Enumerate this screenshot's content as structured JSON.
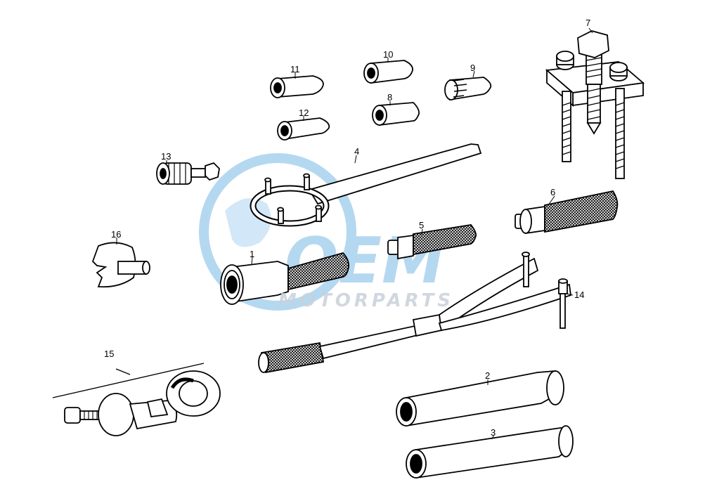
{
  "parts": [
    {
      "id": "1",
      "label": "1"
    },
    {
      "id": "2",
      "label": "2"
    },
    {
      "id": "3",
      "label": "3"
    },
    {
      "id": "4",
      "label": "4"
    },
    {
      "id": "5",
      "label": "5"
    },
    {
      "id": "6",
      "label": "6"
    },
    {
      "id": "7",
      "label": "7"
    },
    {
      "id": "8",
      "label": "8"
    },
    {
      "id": "9",
      "label": "9"
    },
    {
      "id": "10",
      "label": "10"
    },
    {
      "id": "11",
      "label": "11"
    },
    {
      "id": "12",
      "label": "12"
    },
    {
      "id": "13",
      "label": "13"
    },
    {
      "id": "14",
      "label": "14"
    },
    {
      "id": "15",
      "label": "15"
    },
    {
      "id": "16",
      "label": "16"
    }
  ],
  "watermark": {
    "brand": "OEM",
    "text": "MOTORPARTS",
    "color": "#5aa9e0"
  },
  "colors": {
    "line": "#000000",
    "fill": "#ffffff"
  }
}
